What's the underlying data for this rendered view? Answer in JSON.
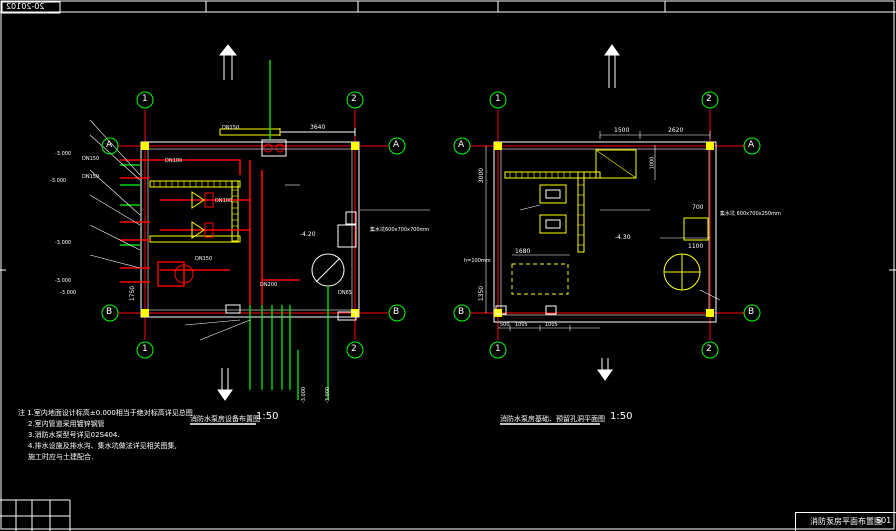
{
  "drawing_number": "20-20102",
  "sheet_title": "消防泵房平面布置图",
  "sheet_code": "S01",
  "left_plan": {
    "title": "消防水泵房设备布置图",
    "scale": "1:50",
    "grid_labels": {
      "col1": "1",
      "col2": "2",
      "rowA": "A",
      "rowB": "B"
    },
    "dim_3640": "3640",
    "dim_1750": "1750",
    "level_m420": "-4.20",
    "dn_labels": [
      "DN150",
      "DN150",
      "DN150",
      "DN100",
      "DN100",
      "DN65",
      "DN150",
      "DN200"
    ],
    "pipe_levels": [
      "-3.000",
      "-3.000",
      "-3.000",
      "-3.000",
      "-3.000",
      "-3.000",
      "-3.000"
    ],
    "pit_note": "集水坑600x700x700mm"
  },
  "right_plan": {
    "title": "消防水泵房基础、预留孔洞平面图",
    "scale": "1:50",
    "grid_labels": {
      "col1": "1",
      "col2": "2",
      "rowA": "A",
      "rowB": "B"
    },
    "dims_top": [
      "1500",
      "2620"
    ],
    "dims_left": [
      "3000",
      "1350"
    ],
    "dims_bottom": [
      "1005",
      "1005",
      "500"
    ],
    "dim_1680": "1680",
    "dim_1100": "1100",
    "dim_700": "700",
    "dim_1000": "1000",
    "level_m430": "-4.30",
    "pit_note": "集水坑 600x700x250mm",
    "foundation_note": "h=100mm"
  },
  "notes": [
    "注 1.室内地面设计标高±0.000相当于绝对标高详见总图",
    "2.室内管道采用镀锌钢管",
    "3.消防水泵型号详见02S404.",
    "4.排水设施及排水沟、集水坑做法详见相关图集,",
    "   施工时应与土建配合."
  ],
  "colors": {
    "red": "#ff0000",
    "yellow": "#ffff00",
    "green": "#00ff00",
    "cyan": "#00ffff",
    "white": "#ffffff"
  }
}
